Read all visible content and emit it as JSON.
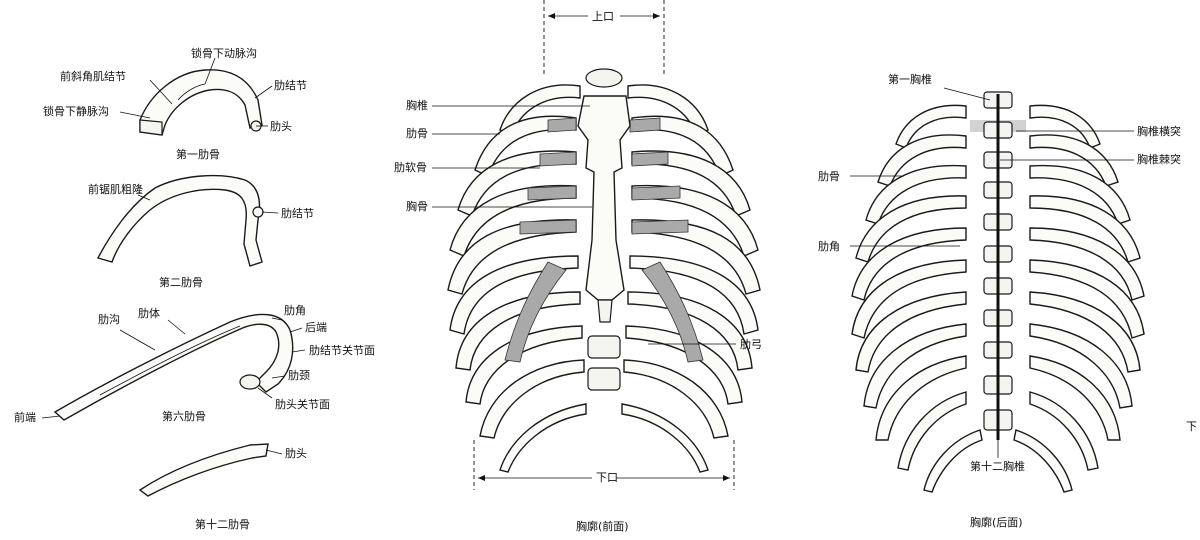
{
  "single_ribs": {
    "rib1": {
      "caption": "第一肋骨",
      "labels": {
        "subclavian_artery_groove": "锁骨下动脉沟",
        "scalene_tubercle": "前斜角肌结节",
        "subclavian_vein_groove": "锁骨下静脉沟",
        "rib_tubercle": "肋结节",
        "rib_head": "肋头"
      }
    },
    "rib2": {
      "caption": "第二肋骨",
      "labels": {
        "serratus_tuberosity": "前锯肌粗隆",
        "rib_tubercle": "肋结节"
      }
    },
    "rib6": {
      "caption": "第六肋骨",
      "labels": {
        "costal_groove": "肋沟",
        "body": "肋体",
        "angle": "肋角",
        "posterior_end": "后端",
        "tubercle_facet": "肋结节关节面",
        "neck": "肋颈",
        "head_facet": "肋头关节面",
        "anterior_end": "前端"
      }
    },
    "rib12": {
      "caption": "第十二肋骨",
      "labels": {
        "rib_head": "肋头"
      }
    }
  },
  "anterior_view": {
    "caption": "胸廓(前面)",
    "superior_aperture": "上口",
    "inferior_aperture": "下口",
    "labels": {
      "thoracic_vertebra": "胸椎",
      "rib": "肋骨",
      "costal_cartilage": "肋软骨",
      "sternum": "胸骨",
      "costal_arch": "肋弓"
    }
  },
  "posterior_view": {
    "caption": "胸廓(后面)",
    "labels": {
      "first_thoracic_vertebra": "第一胸椎",
      "transverse_process": "胸椎横突",
      "spinous_process": "胸椎棘突",
      "rib": "肋骨",
      "rib_angle": "肋角",
      "twelfth_thoracic_vertebra": "第十二胸椎"
    }
  },
  "edge_text": "下"
}
